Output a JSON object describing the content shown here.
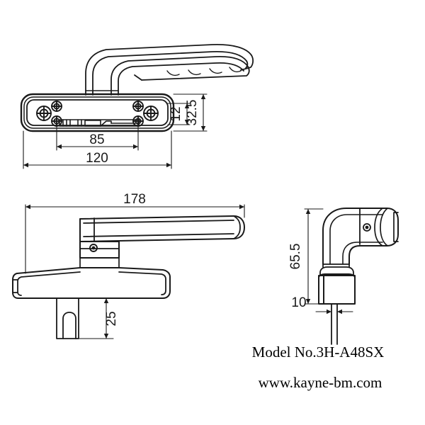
{
  "drawing": {
    "title": "Window handle technical drawing",
    "background": "#ffffff",
    "line_color": "#1a1a1a",
    "views": [
      {
        "name": "top-view",
        "label": ""
      },
      {
        "name": "side-view",
        "label": ""
      },
      {
        "name": "right-view",
        "label": ""
      }
    ]
  },
  "dimensions": {
    "top_view": {
      "overall_width": "120",
      "hole_spacing": "85",
      "plate_height": "32.5",
      "inner_height": "12"
    },
    "side_view": {
      "overall_length": "178",
      "spindle_depth": "25"
    },
    "right_view": {
      "overall_height": "65.5",
      "spindle_width": "10"
    }
  },
  "captions": {
    "model": "Model No.3H-A48SX",
    "website": "www.kayne-bm.com"
  }
}
